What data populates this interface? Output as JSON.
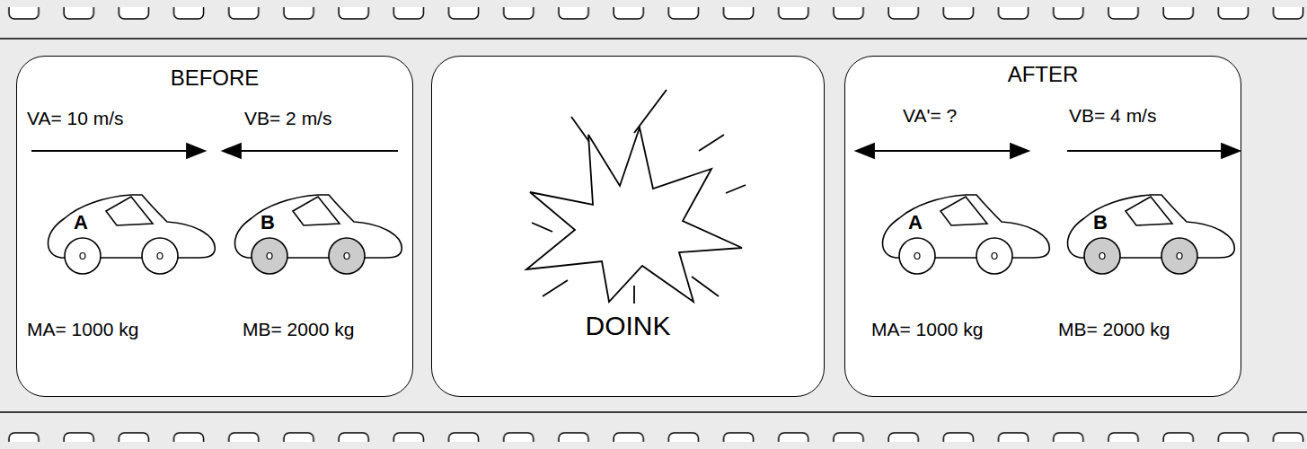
{
  "diagram": {
    "nodes": [
      {
        "text": [
          "BEFORE"
        ]
      },
      {
        "text": [
          "A"
        ],
        "in": 0
      },
      {
        "text": [
          "B"
        ],
        "in": 0
      },
      {
        "text": [
          "DOINK"
        ]
      },
      {
        "text": [
          "AFTER"
        ]
      },
      {
        "text": [
          "A"
        ],
        "in": 4
      },
      {
        "text": [
          "B"
        ],
        "in": 4
      }
    ],
    "labels": [
      "VA= 10 m/s",
      "VB= 2 m/s",
      "MA= 1000 kg",
      "MB= 2000 kg",
      "VA'= ?",
      "VB= 4 m/s",
      "MA= 1000 kg",
      "MB= 2000 kg"
    ]
  }
}
